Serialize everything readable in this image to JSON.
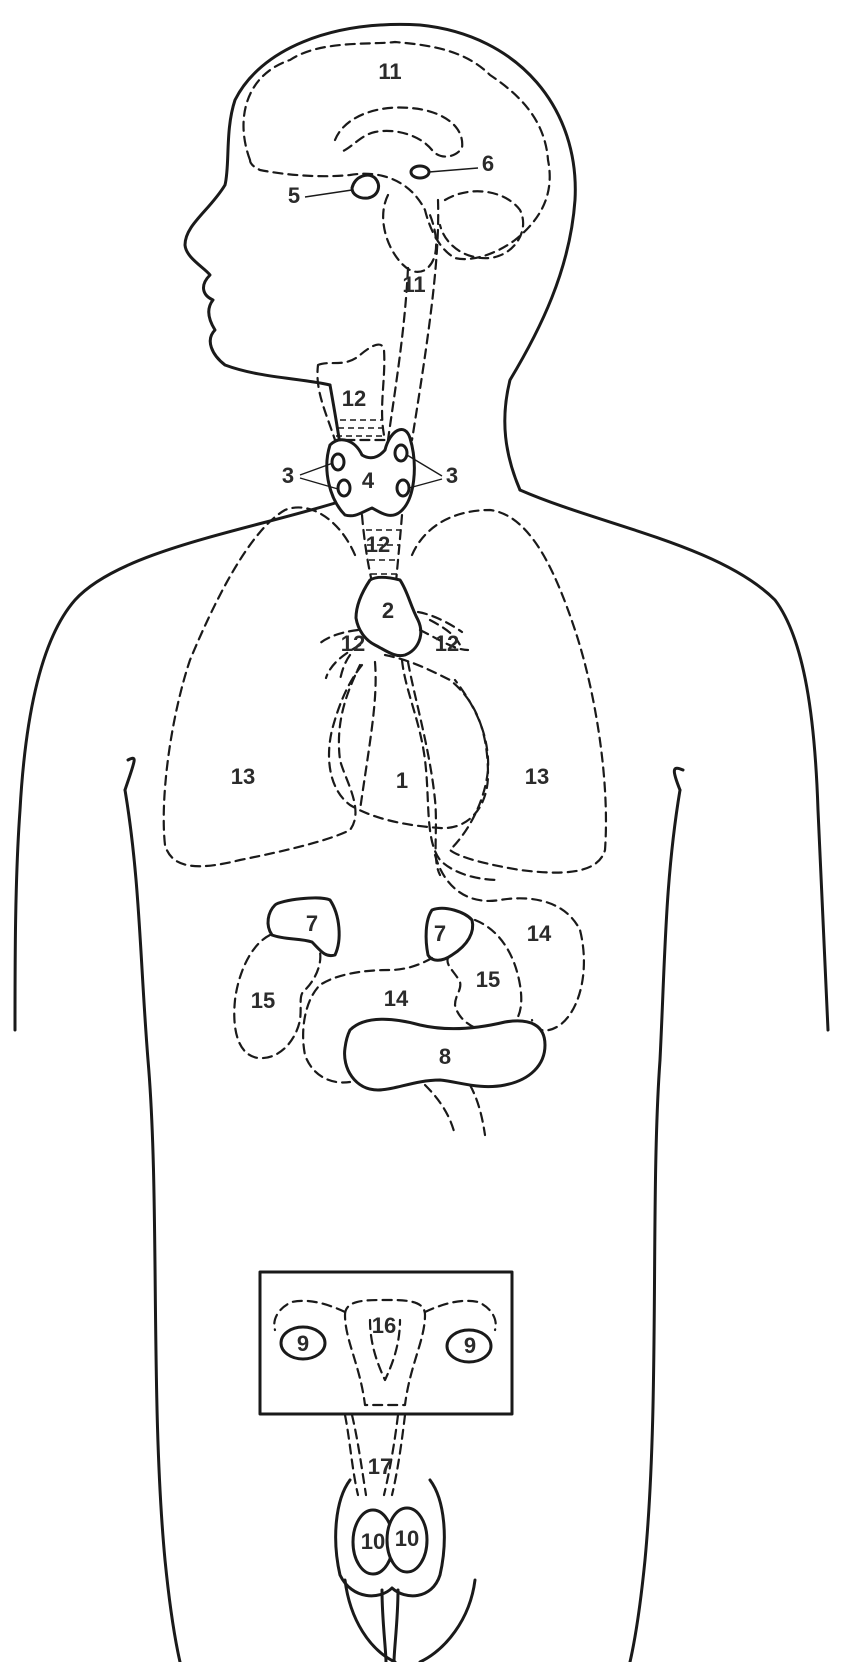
{
  "labels": {
    "l1": "1",
    "l2": "2",
    "l3a": "3",
    "l3b": "3",
    "l4": "4",
    "l5": "5",
    "l6": "6",
    "l7a": "7",
    "l7b": "7",
    "l8": "8",
    "l9a": "9",
    "l9b": "9",
    "l10a": "10",
    "l10b": "10",
    "l11a": "11",
    "l11b": "11",
    "l12a": "12",
    "l12b": "12",
    "l12c": "12",
    "l12d": "12",
    "l13a": "13",
    "l13b": "13",
    "l14a": "14",
    "l14b": "14",
    "l15a": "15",
    "l15b": "15",
    "l16": "16",
    "l17": "17"
  },
  "colors": {
    "line": "#1a1a1a",
    "label": "#2b2b2b",
    "background": "#ffffff"
  }
}
